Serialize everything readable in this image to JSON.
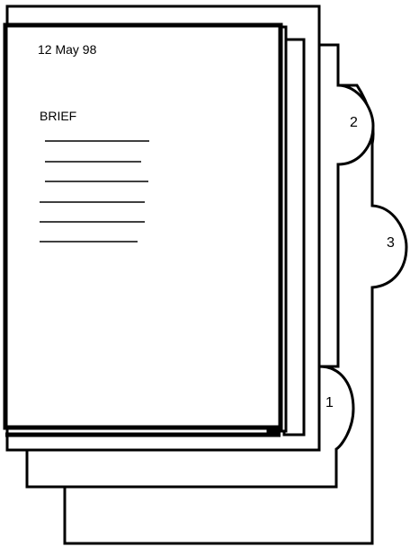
{
  "document": {
    "date": "12 May 98",
    "title": "BRIEF",
    "text_line_count": 6
  },
  "tabs": [
    {
      "label": "1"
    },
    {
      "label": "2"
    },
    {
      "label": "3"
    }
  ],
  "colors": {
    "ink": "#000000",
    "paper": "#ffffff"
  }
}
